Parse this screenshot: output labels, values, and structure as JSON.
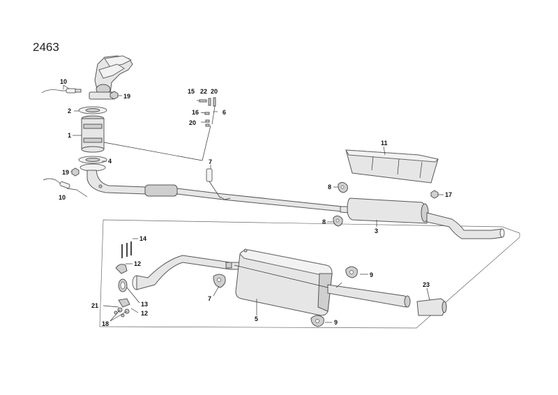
{
  "diagram": {
    "number": "2463"
  },
  "callouts": [
    {
      "key": "c10a",
      "label": "10"
    },
    {
      "key": "c19a",
      "label": "19"
    },
    {
      "key": "c2",
      "label": "2"
    },
    {
      "key": "c1",
      "label": "1"
    },
    {
      "key": "c4",
      "label": "4"
    },
    {
      "key": "c19b",
      "label": "19"
    },
    {
      "key": "c10b",
      "label": "10"
    },
    {
      "key": "c15",
      "label": "15"
    },
    {
      "key": "c22",
      "label": "22"
    },
    {
      "key": "c20a",
      "label": "20"
    },
    {
      "key": "c16",
      "label": "16"
    },
    {
      "key": "c6",
      "label": "6"
    },
    {
      "key": "c20b",
      "label": "20"
    },
    {
      "key": "c7a",
      "label": "7"
    },
    {
      "key": "c11",
      "label": "11"
    },
    {
      "key": "c8a",
      "label": "8"
    },
    {
      "key": "c17",
      "label": "17"
    },
    {
      "key": "c8b",
      "label": "8"
    },
    {
      "key": "c3",
      "label": "3"
    },
    {
      "key": "c14",
      "label": "14"
    },
    {
      "key": "c12a",
      "label": "12"
    },
    {
      "key": "c13",
      "label": "13"
    },
    {
      "key": "c21",
      "label": "21"
    },
    {
      "key": "c12b",
      "label": "12"
    },
    {
      "key": "c18",
      "label": "18"
    },
    {
      "key": "c7b",
      "label": "7"
    },
    {
      "key": "c5",
      "label": "5"
    },
    {
      "key": "c9a",
      "label": "9"
    },
    {
      "key": "c9b",
      "label": "9"
    },
    {
      "key": "c23",
      "label": "23"
    }
  ]
}
